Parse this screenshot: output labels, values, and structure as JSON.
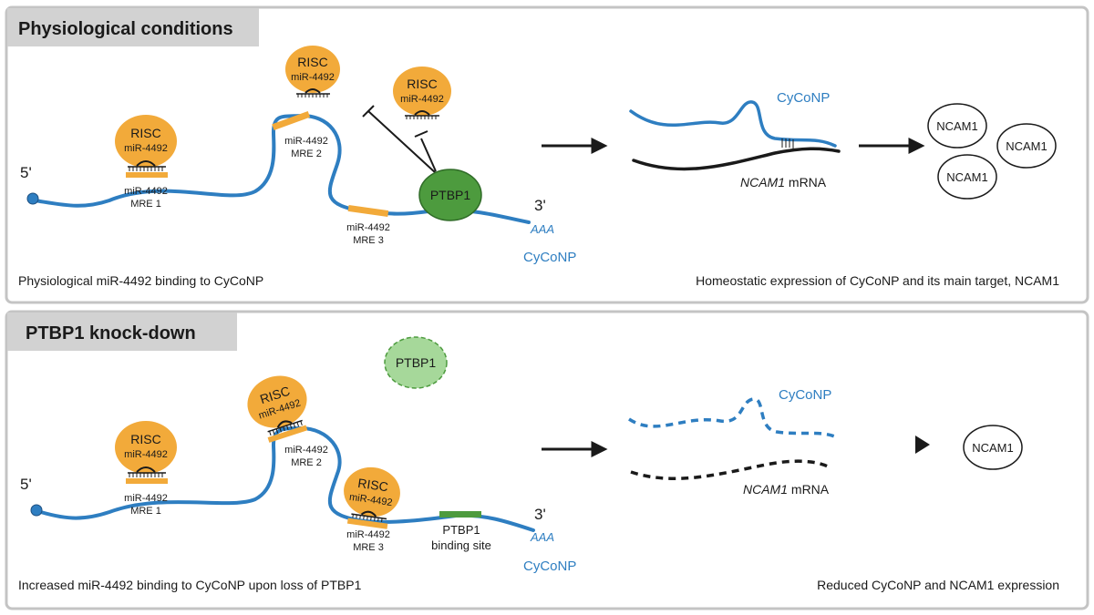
{
  "panels": [
    {
      "title": "Physiological conditions",
      "risc": [
        {
          "label": "RISC",
          "mirna": "miR-4492"
        },
        {
          "label": "RISC",
          "mirna": "miR-4492"
        },
        {
          "label": "RISC",
          "mirna": "miR-4492"
        }
      ],
      "mre": [
        {
          "line1": "miR-4492",
          "line2": "MRE 1"
        },
        {
          "line1": "miR-4492",
          "line2": "MRE 2"
        },
        {
          "line1": "miR-4492",
          "line2": "MRE 3"
        }
      ],
      "five_prime": "5'",
      "three_prime": "3'",
      "polya": "AAA",
      "rna_label": "CyCoNP",
      "ptbp1": "PTBP1",
      "cyconp_label": "CyCoNP",
      "ncam1_mrna_italic": "NCAM1",
      "ncam1_mrna_suffix": " mRNA",
      "ncam1_proteins": [
        "NCAM1",
        "NCAM1",
        "NCAM1"
      ],
      "caption_left": "Physiological miR-4492 binding to CyCoNP",
      "caption_right": "Homeostatic expression of CyCoNP and its main target, NCAM1"
    },
    {
      "title": "PTBP1 knock-down",
      "risc": [
        {
          "label": "RISC",
          "mirna": "miR-4492"
        },
        {
          "label": "RISC",
          "mirna": "miR-4492"
        },
        {
          "label": "RISC",
          "mirna": "miR-4492"
        }
      ],
      "mre": [
        {
          "line1": "miR-4492",
          "line2": "MRE 1"
        },
        {
          "line1": "miR-4492",
          "line2": "MRE 2"
        },
        {
          "line1": "miR-4492",
          "line2": "MRE 3"
        }
      ],
      "five_prime": "5'",
      "three_prime": "3'",
      "polya": "AAA",
      "rna_label": "CyCoNP",
      "ptbp1": "PTBP1",
      "binding_site_line1": "PTBP1",
      "binding_site_line2": "binding site",
      "cyconp_label": "CyCoNP",
      "ncam1_mrna_italic": "NCAM1",
      "ncam1_mrna_suffix": " mRNA",
      "ncam1_proteins": [
        "NCAM1"
      ],
      "caption_left": "Increased miR-4492 binding to CyCoNP upon loss of PTBP1",
      "caption_right": "Reduced CyCoNP and NCAM1 expression"
    }
  ],
  "colors": {
    "risc": "#f2aa3a",
    "ptbp1": "#4d9b3e",
    "ptbp1_faded": "#a6d89a",
    "rna": "#2e7ec1",
    "mre": "#f2aa3a",
    "binding_site": "#4d9b3e",
    "header": "#d2d2d2",
    "border": "#c4c4c4"
  }
}
